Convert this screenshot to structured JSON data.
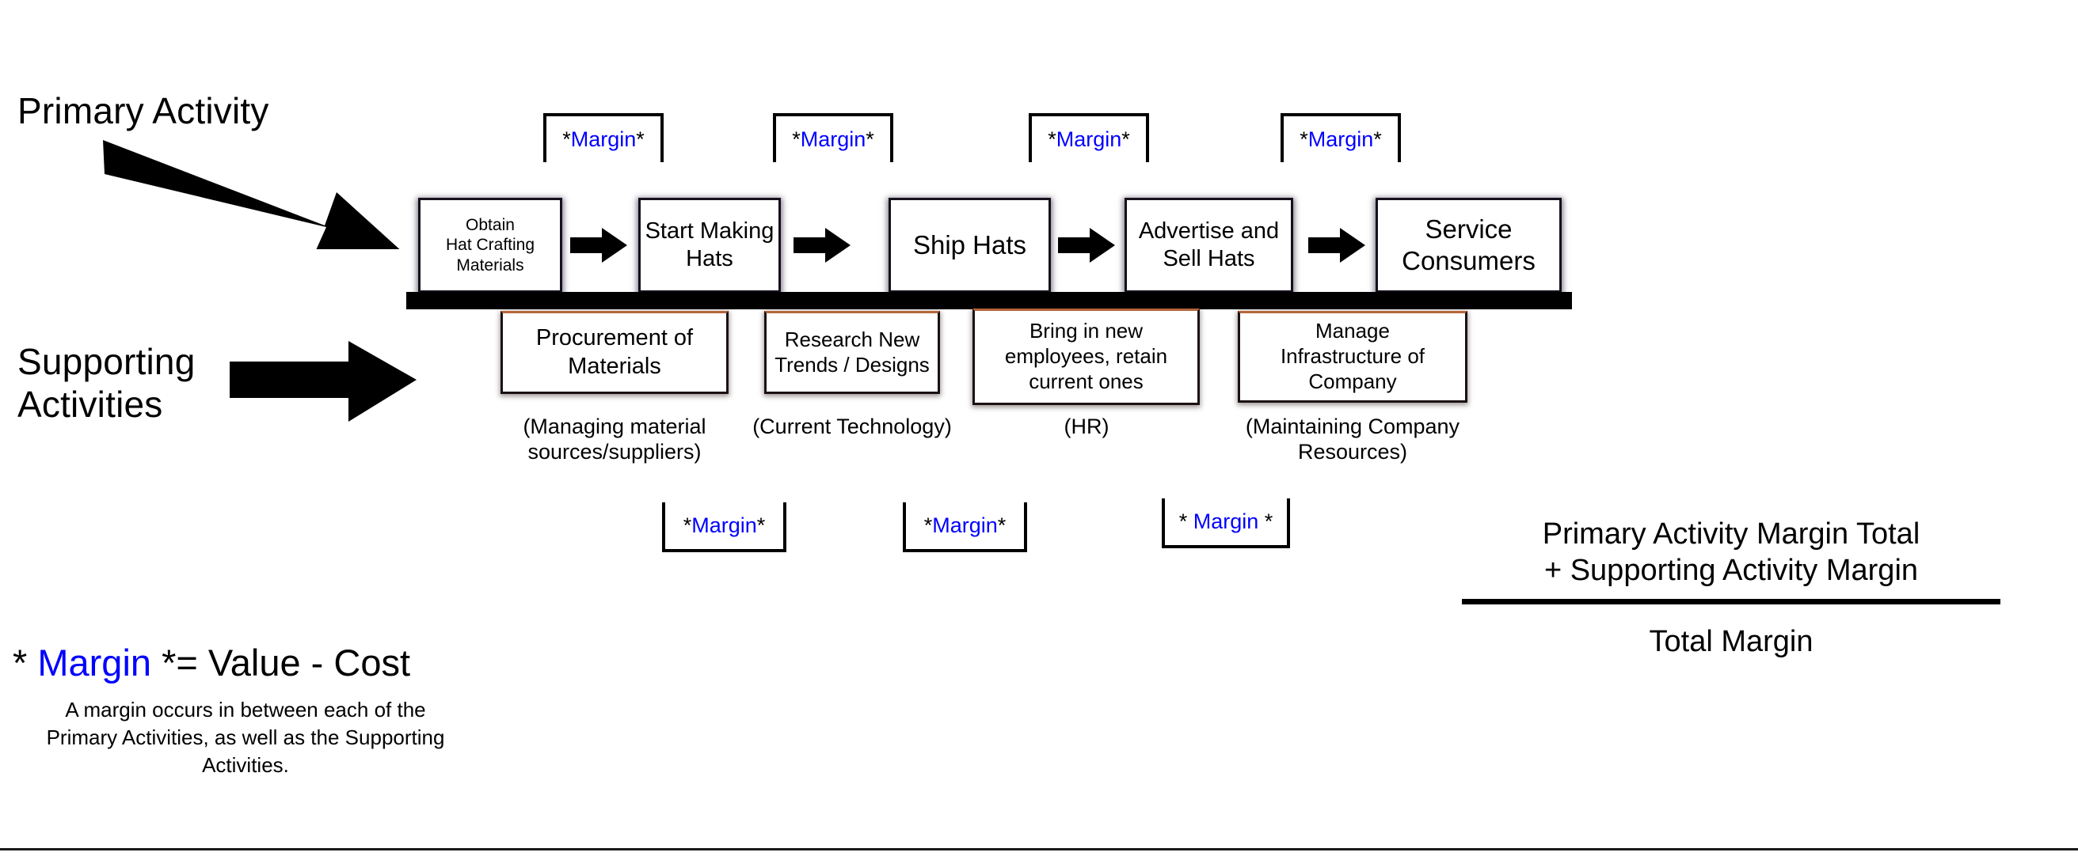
{
  "diagram": {
    "title_labels": {
      "primary": "Primary Activity",
      "supporting_line1": "Supporting",
      "supporting_line2": "Activities"
    },
    "primary_activities": [
      {
        "id": "obtain-materials",
        "lines": [
          "Obtain",
          "Hat Crafting",
          "Materials"
        ]
      },
      {
        "id": "start-making-hats",
        "lines": [
          "Start Making",
          "Hats"
        ]
      },
      {
        "id": "ship-hats",
        "lines": [
          "Ship Hats"
        ]
      },
      {
        "id": "advertise-sell-hats",
        "lines": [
          "Advertise and",
          "Sell Hats"
        ]
      },
      {
        "id": "service-consumers",
        "lines": [
          "Service",
          "Consumers"
        ]
      }
    ],
    "primary_margins": [
      {
        "asterisk_left": "*",
        "label": "Margin",
        "asterisk_right": "*"
      },
      {
        "asterisk_left": "*",
        "label": "Margin",
        "asterisk_right": "*"
      },
      {
        "asterisk_left": "*",
        "label": "Margin",
        "asterisk_right": "*"
      },
      {
        "asterisk_left": "*",
        "label": "Margin",
        "asterisk_right": "*"
      }
    ],
    "supporting_activities": [
      {
        "id": "procurement",
        "lines": [
          "Procurement of",
          "Materials"
        ],
        "caption": [
          "(Managing material",
          "sources/suppliers)"
        ]
      },
      {
        "id": "research-trends",
        "lines": [
          "Research New",
          "Trends / Designs"
        ],
        "caption": [
          "(Current Technology)"
        ]
      },
      {
        "id": "human-resources",
        "lines": [
          "Bring in new",
          "employees, retain",
          "current ones"
        ],
        "caption": [
          "(HR)"
        ]
      },
      {
        "id": "manage-infrastructure",
        "lines": [
          "Manage",
          "Infrastructure of",
          "Company"
        ],
        "caption": [
          "(Maintaining Company",
          "Resources)"
        ]
      }
    ],
    "supporting_margins": [
      {
        "asterisk_left": "*",
        "label": "Margin",
        "asterisk_right": "*",
        "spaced": false
      },
      {
        "asterisk_left": "*",
        "label": "Margin",
        "asterisk_right": "*",
        "spaced": false
      },
      {
        "asterisk_left": "*",
        "label": " Margin ",
        "asterisk_right": "*",
        "spaced": true
      }
    ],
    "legend": {
      "asterisk_left": "*",
      "margin_word": "Margin",
      "asterisk_right": "*",
      "equation": "= Value - Cost",
      "body_lines": [
        "A margin occurs in between each of the",
        "Primary Activities, as well as the Supporting",
        "Activities."
      ]
    },
    "total_formula": {
      "line1": "Primary Activity Margin Total",
      "line2": "+ Supporting Activity Margin",
      "total": "Total Margin"
    },
    "colors": {
      "margin_blue": "#0000ff",
      "ink_black": "#000000",
      "box_border": "#15101c",
      "support_accent": "#b5663a"
    }
  }
}
